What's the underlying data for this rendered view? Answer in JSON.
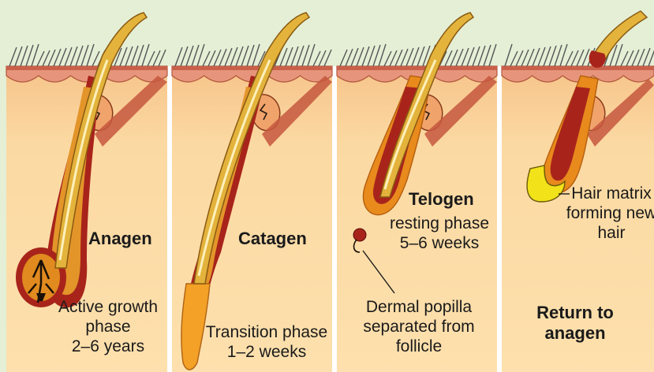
{
  "panels": [
    {
      "id": "anagen",
      "title": "Anagen",
      "description": [
        "Active growth",
        "phase",
        "2–6 years"
      ]
    },
    {
      "id": "catagen",
      "title": "Catagen",
      "description": [
        "Transition phase",
        "1–2 weeks"
      ]
    },
    {
      "id": "telogen",
      "title": "Telogen",
      "description": [
        "resting phase",
        "5–6 weeks"
      ],
      "callout": [
        "Dermal popilla",
        "separated from",
        "follicle"
      ]
    },
    {
      "id": "return",
      "title_lines": [
        "Return to",
        "anagen"
      ],
      "callout": [
        "Hair matrix",
        "forming new",
        "hair"
      ]
    }
  ],
  "colors": {
    "background": "#e4efd6",
    "skin": "#fbd99f",
    "epidermis": "#e6957c",
    "hair_shaft": "#e3b33c",
    "follicle": "#a8241b",
    "bulb_outer": "#e08a1f",
    "matrix": "#f2e21a"
  }
}
